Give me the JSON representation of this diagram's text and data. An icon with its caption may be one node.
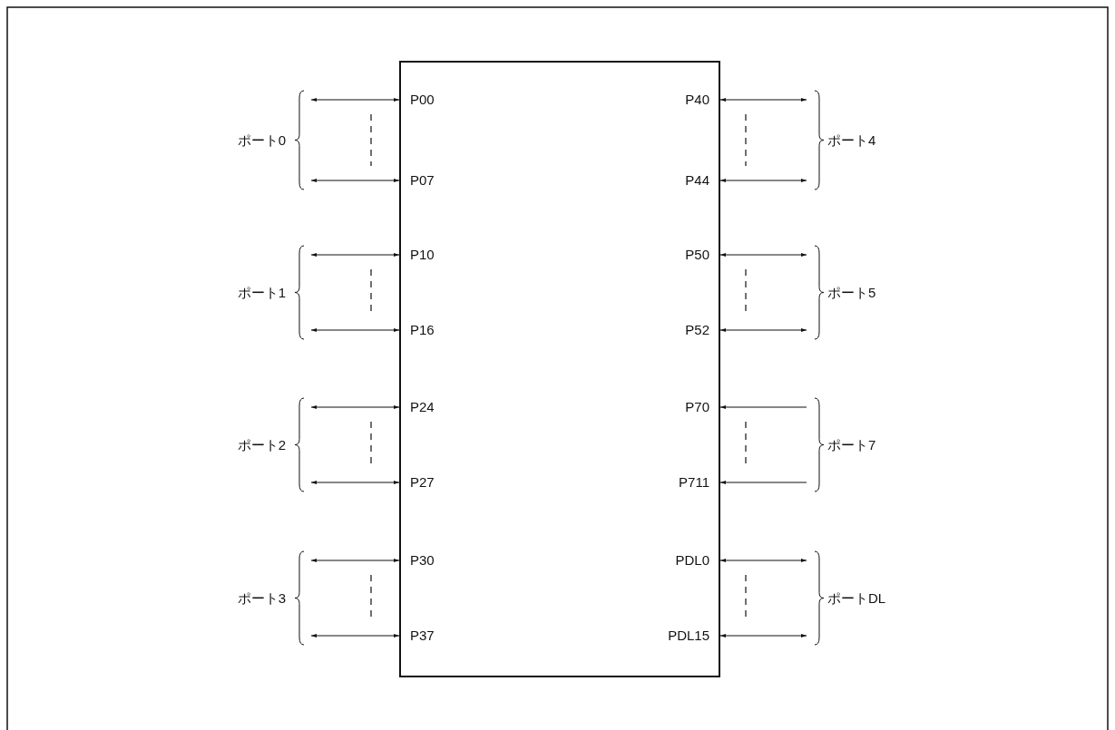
{
  "diagram": {
    "nodes": [
      {
        "text": [],
        "shape": "box"
      },
      {
        "text": [
          "P00"
        ],
        "in": 0
      },
      {
        "text": [
          "P40"
        ],
        "in": 0
      },
      {
        "text": [
          "P07"
        ],
        "in": 0
      },
      {
        "text": [
          "P44"
        ],
        "in": 0
      },
      {
        "text": [
          "P10"
        ],
        "in": 0
      },
      {
        "text": [
          "P50"
        ],
        "in": 0
      },
      {
        "text": [
          "P16"
        ],
        "in": 0
      },
      {
        "text": [
          "P52"
        ],
        "in": 0
      },
      {
        "text": [
          "P24"
        ],
        "in": 0
      },
      {
        "text": [
          "P70"
        ],
        "in": 0
      },
      {
        "text": [
          "P27"
        ],
        "in": 0
      },
      {
        "text": [
          "P711"
        ],
        "in": 0
      },
      {
        "text": [
          "P30"
        ],
        "in": 0
      },
      {
        "text": [
          "PDL0"
        ],
        "in": 0
      },
      {
        "text": [
          "P37"
        ],
        "in": 0
      },
      {
        "text": [
          "PDL15"
        ],
        "in": 0
      }
    ],
    "edges": [
      {
        "from": null,
        "to": 1,
        "arrow": "both"
      },
      {
        "from": null,
        "to": 2,
        "arrow": "both"
      },
      {
        "from": null,
        "to": 3,
        "arrow": "both"
      },
      {
        "from": null,
        "to": 4,
        "arrow": "both"
      },
      {
        "from": null,
        "to": 5,
        "arrow": "both"
      },
      {
        "from": null,
        "to": 6,
        "arrow": "both"
      },
      {
        "from": null,
        "to": 7,
        "arrow": "both"
      },
      {
        "from": null,
        "to": 8,
        "arrow": "both"
      },
      {
        "from": null,
        "to": 9,
        "arrow": "both"
      },
      {
        "from": null,
        "to": 10,
        "arrow": "to"
      },
      {
        "from": null,
        "to": 11,
        "arrow": "both"
      },
      {
        "from": null,
        "to": 12,
        "arrow": "to"
      },
      {
        "from": null,
        "to": 13,
        "arrow": "both"
      },
      {
        "from": null,
        "to": 14,
        "arrow": "both"
      },
      {
        "from": null,
        "to": 15,
        "arrow": "both"
      },
      {
        "from": null,
        "to": 16,
        "arrow": "both"
      }
    ],
    "labels": [
      "ポート0",
      "ポート4",
      "ポート1",
      "ポート5",
      "ポート2",
      "ポート7",
      "ポート3",
      "ポートDL"
    ]
  }
}
